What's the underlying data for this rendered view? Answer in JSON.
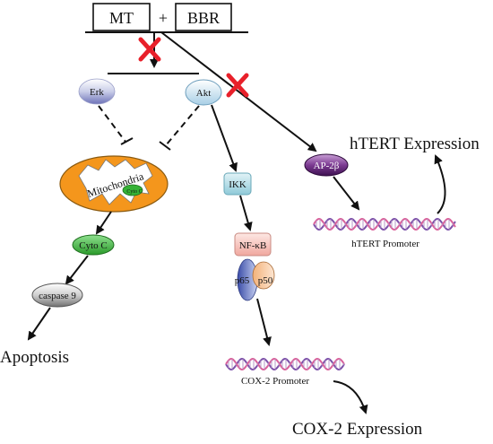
{
  "top": {
    "mt": "MT",
    "plus": "+",
    "bbr": "BBR"
  },
  "nodes": {
    "erk": "Erk",
    "akt": "Akt",
    "mitochondria": "Mitochondria",
    "cyto_c_small": "Cyto C",
    "cyto_c": "Cyto C",
    "caspase9": "caspase 9",
    "apoptosis": "Apoptosis",
    "ikk": "IKK",
    "nfkb": "NF-κB",
    "p65": "p65",
    "p50": "p50",
    "ap2b": "AP-2β",
    "htert_expression": "hTERT Expression",
    "htert_promoter": "hTERT Promoter",
    "cox2_promoter": "COX-2 Promoter",
    "cox2_expression": "COX-2 Expression"
  },
  "colors": {
    "mito": "#f4961c",
    "cyto_green": "#35b235",
    "ap2b_purple": "#6b2a7e",
    "dna_purple": "#7b4fa8",
    "dna_pink": "#d9609a",
    "inhibit_red": "#e8202a",
    "ikk_teal": "#b9e1ea",
    "nfkb_pink": "#f7c9c2"
  }
}
